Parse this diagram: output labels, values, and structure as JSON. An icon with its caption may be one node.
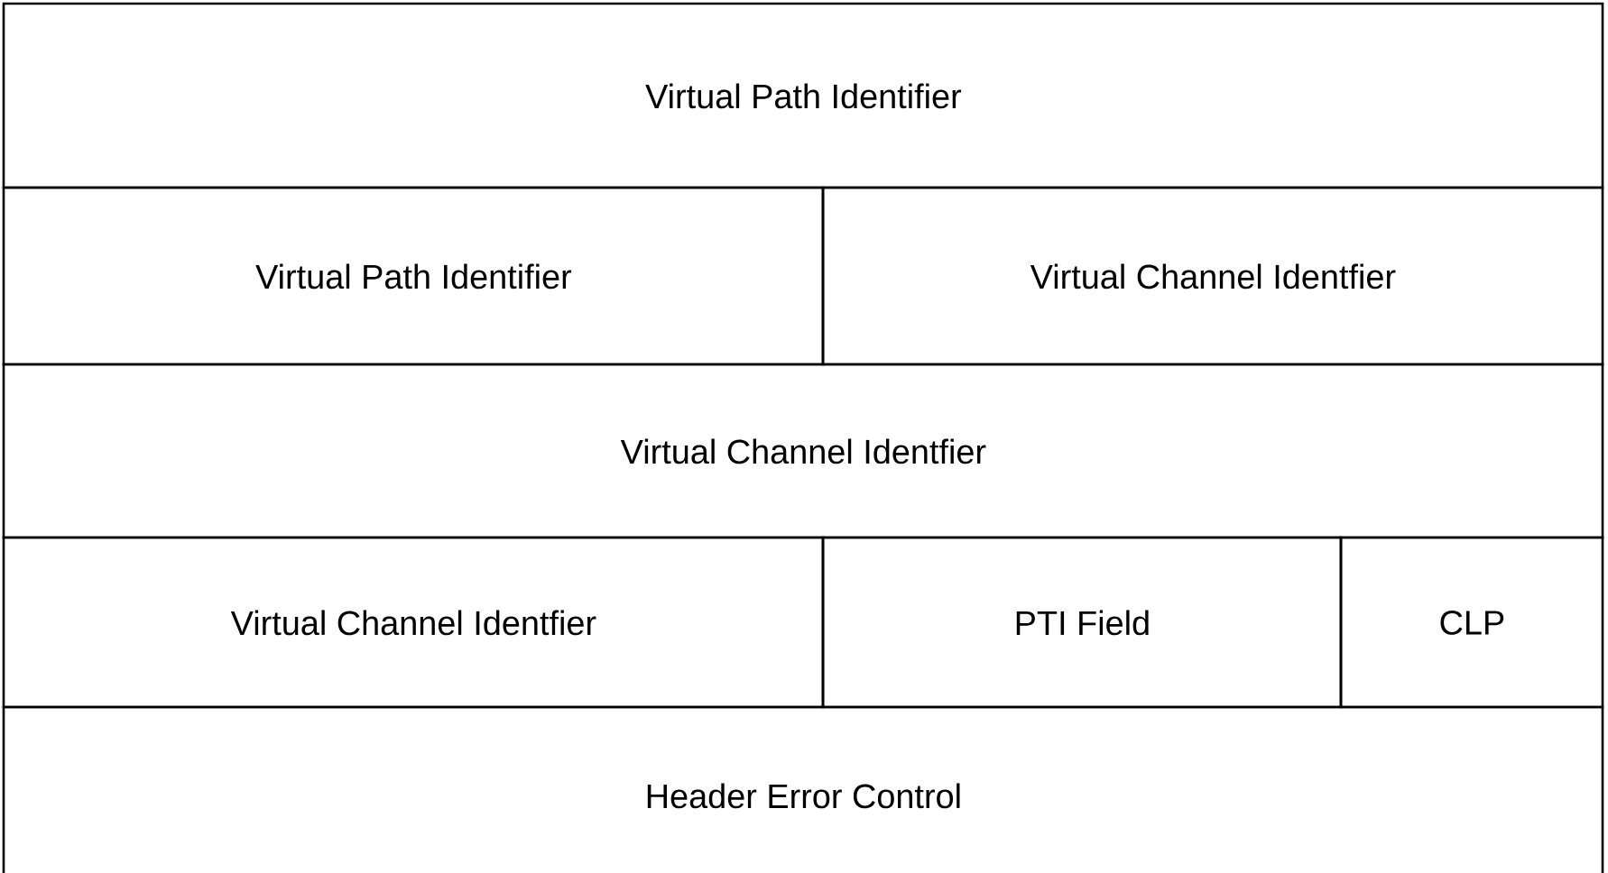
{
  "diagram": {
    "nodes": [
      {
        "text": [
          "Virtual Path Identifier"
        ]
      },
      {
        "text": [
          "Virtual Path Identifier"
        ]
      },
      {
        "text": [
          "Virtual Channel Identfier"
        ]
      },
      {
        "text": [
          "Virtual Channel Identfier"
        ]
      },
      {
        "text": [
          "Virtual Channel Identfier"
        ]
      },
      {
        "text": [
          "PTI Field"
        ]
      },
      {
        "text": [
          "CLP"
        ]
      },
      {
        "text": [
          "Header Error Control"
        ]
      }
    ]
  }
}
